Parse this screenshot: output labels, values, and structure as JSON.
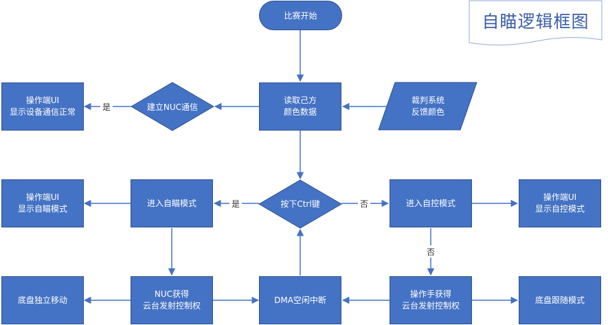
{
  "title": "自瞄逻辑框图",
  "nodes": {
    "start": "比赛开始",
    "read_color": [
      "读取己方",
      "颜色数据"
    ],
    "referee": [
      "裁判系统",
      "反馈颜色"
    ],
    "nuc_conn": "建立NUC通信",
    "ui_comm": [
      "操作端UI",
      "显示设备通信正常"
    ],
    "ctrl_key": "按下Ctrl键",
    "enter_auto": "进入自瞄模式",
    "ui_auto": [
      "操作端UI",
      "显示自瞄模式"
    ],
    "enter_manual": "进入自控模式",
    "ui_manual": [
      "操作端UI",
      "显示自控模式"
    ],
    "nuc_gain": [
      "NUC获得",
      "云台发射控制权"
    ],
    "chassis_indep": "底盘独立移动",
    "dma": "DMA空闲中断",
    "op_gain": [
      "操作手获得",
      "云台发射控制权"
    ],
    "chassis_follow": "底盘跟随模式"
  },
  "edge_labels": {
    "yes": "是",
    "no": "否"
  },
  "colors": {
    "fill": "#4472c4",
    "stroke": "#2f528f",
    "title_text": "#3a5ea8"
  }
}
